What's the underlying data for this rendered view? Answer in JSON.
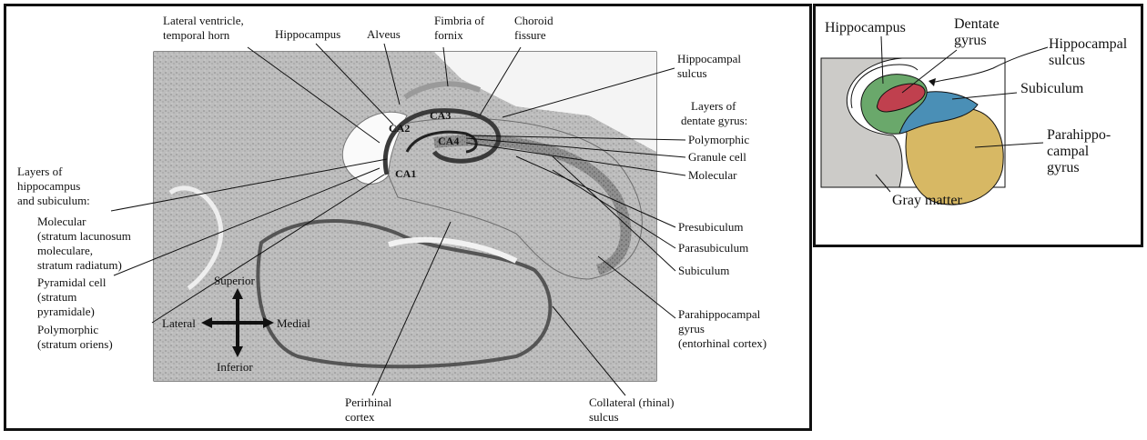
{
  "left_panel": {
    "labels": {
      "lateral_ventricle": [
        "Lateral ventricle,",
        "temporal horn"
      ],
      "hippocampus": "Hippocampus",
      "alveus": "Alveus",
      "fimbria": [
        "Fimbria of",
        "fornix"
      ],
      "choroid": [
        "Choroid",
        "fissure"
      ],
      "hippocampal_sulcus": [
        "Hippocampal",
        "sulcus"
      ],
      "layers_dentate_heading": [
        "Layers of",
        "dentate gyrus:"
      ],
      "polymorphic_dg": "Polymorphic",
      "granule_cell": "Granule cell",
      "molecular_dg": "Molecular",
      "layers_hipp_heading": [
        "Layers of",
        "hippocampus",
        "and subiculum:"
      ],
      "molecular_hipp": [
        "Molecular",
        "(stratum lacunosum",
        "moleculare,",
        "stratum radiatum)"
      ],
      "pyramidal": [
        "Pyramidal cell",
        "(stratum",
        "pyramidale)"
      ],
      "polymorphic_hipp": [
        "Polymorphic",
        "(stratum oriens)"
      ],
      "presubiculum": "Presubiculum",
      "parasubiculum": "Parasubiculum",
      "subiculum": "Subiculum",
      "parahippocampal": [
        "Parahippocampal",
        "gyrus",
        "(entorhinal cortex)"
      ],
      "perirhinal": [
        "Perirhinal",
        "cortex"
      ],
      "collateral": [
        "Collateral (rhinal)",
        "sulcus"
      ],
      "ca1": "CA1",
      "ca2": "CA2",
      "ca3": "CA3",
      "ca4": "CA4"
    },
    "compass": {
      "superior": "Superior",
      "inferior": "Inferior",
      "lateral": "Lateral",
      "medial": "Medial"
    }
  },
  "right_panel": {
    "labels": {
      "hippocampus": "Hippocampus",
      "dentate": [
        "Dentate",
        "gyrus"
      ],
      "hippocampal_sulcus": [
        "Hippocampal",
        "sulcus"
      ],
      "subiculum": "Subiculum",
      "parahippocampal": [
        "Parahippo-",
        "campal",
        "gyrus"
      ],
      "gray_matter": "Gray matter"
    },
    "colors": {
      "hippocampus": "#6aa86b",
      "dentate": "#c0404e",
      "subiculum": "#4a8fb6",
      "parahippocampal": "#d7b864",
      "gray": "#cccbc8"
    }
  }
}
